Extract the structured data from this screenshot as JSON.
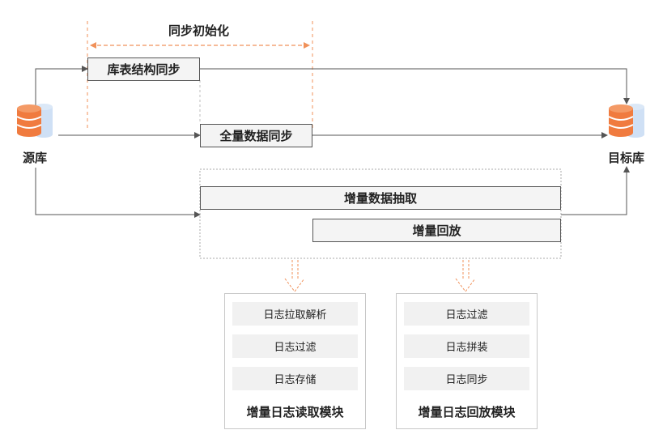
{
  "init_label": "同步初始化",
  "source_db": {
    "label": "源库",
    "icon": "database-icon"
  },
  "target_db": {
    "label": "目标库",
    "icon": "database-icon"
  },
  "steps": {
    "schema_sync": "库表结构同步",
    "full_sync": "全量数据同步",
    "incr_extract": "增量数据抽取",
    "incr_replay": "增量回放"
  },
  "modules": {
    "read": {
      "title": "增量日志读取模块",
      "items": [
        "日志拉取解析",
        "日志过滤",
        "日志存储"
      ]
    },
    "replay": {
      "title": "增量日志回放模块",
      "items": [
        "日志过滤",
        "日志拼装",
        "日志同步"
      ]
    }
  },
  "colors": {
    "accent": "#f0915a",
    "db_orange": "#f07b3f",
    "db_blue": "#cfe0f5",
    "line": "#555555"
  }
}
